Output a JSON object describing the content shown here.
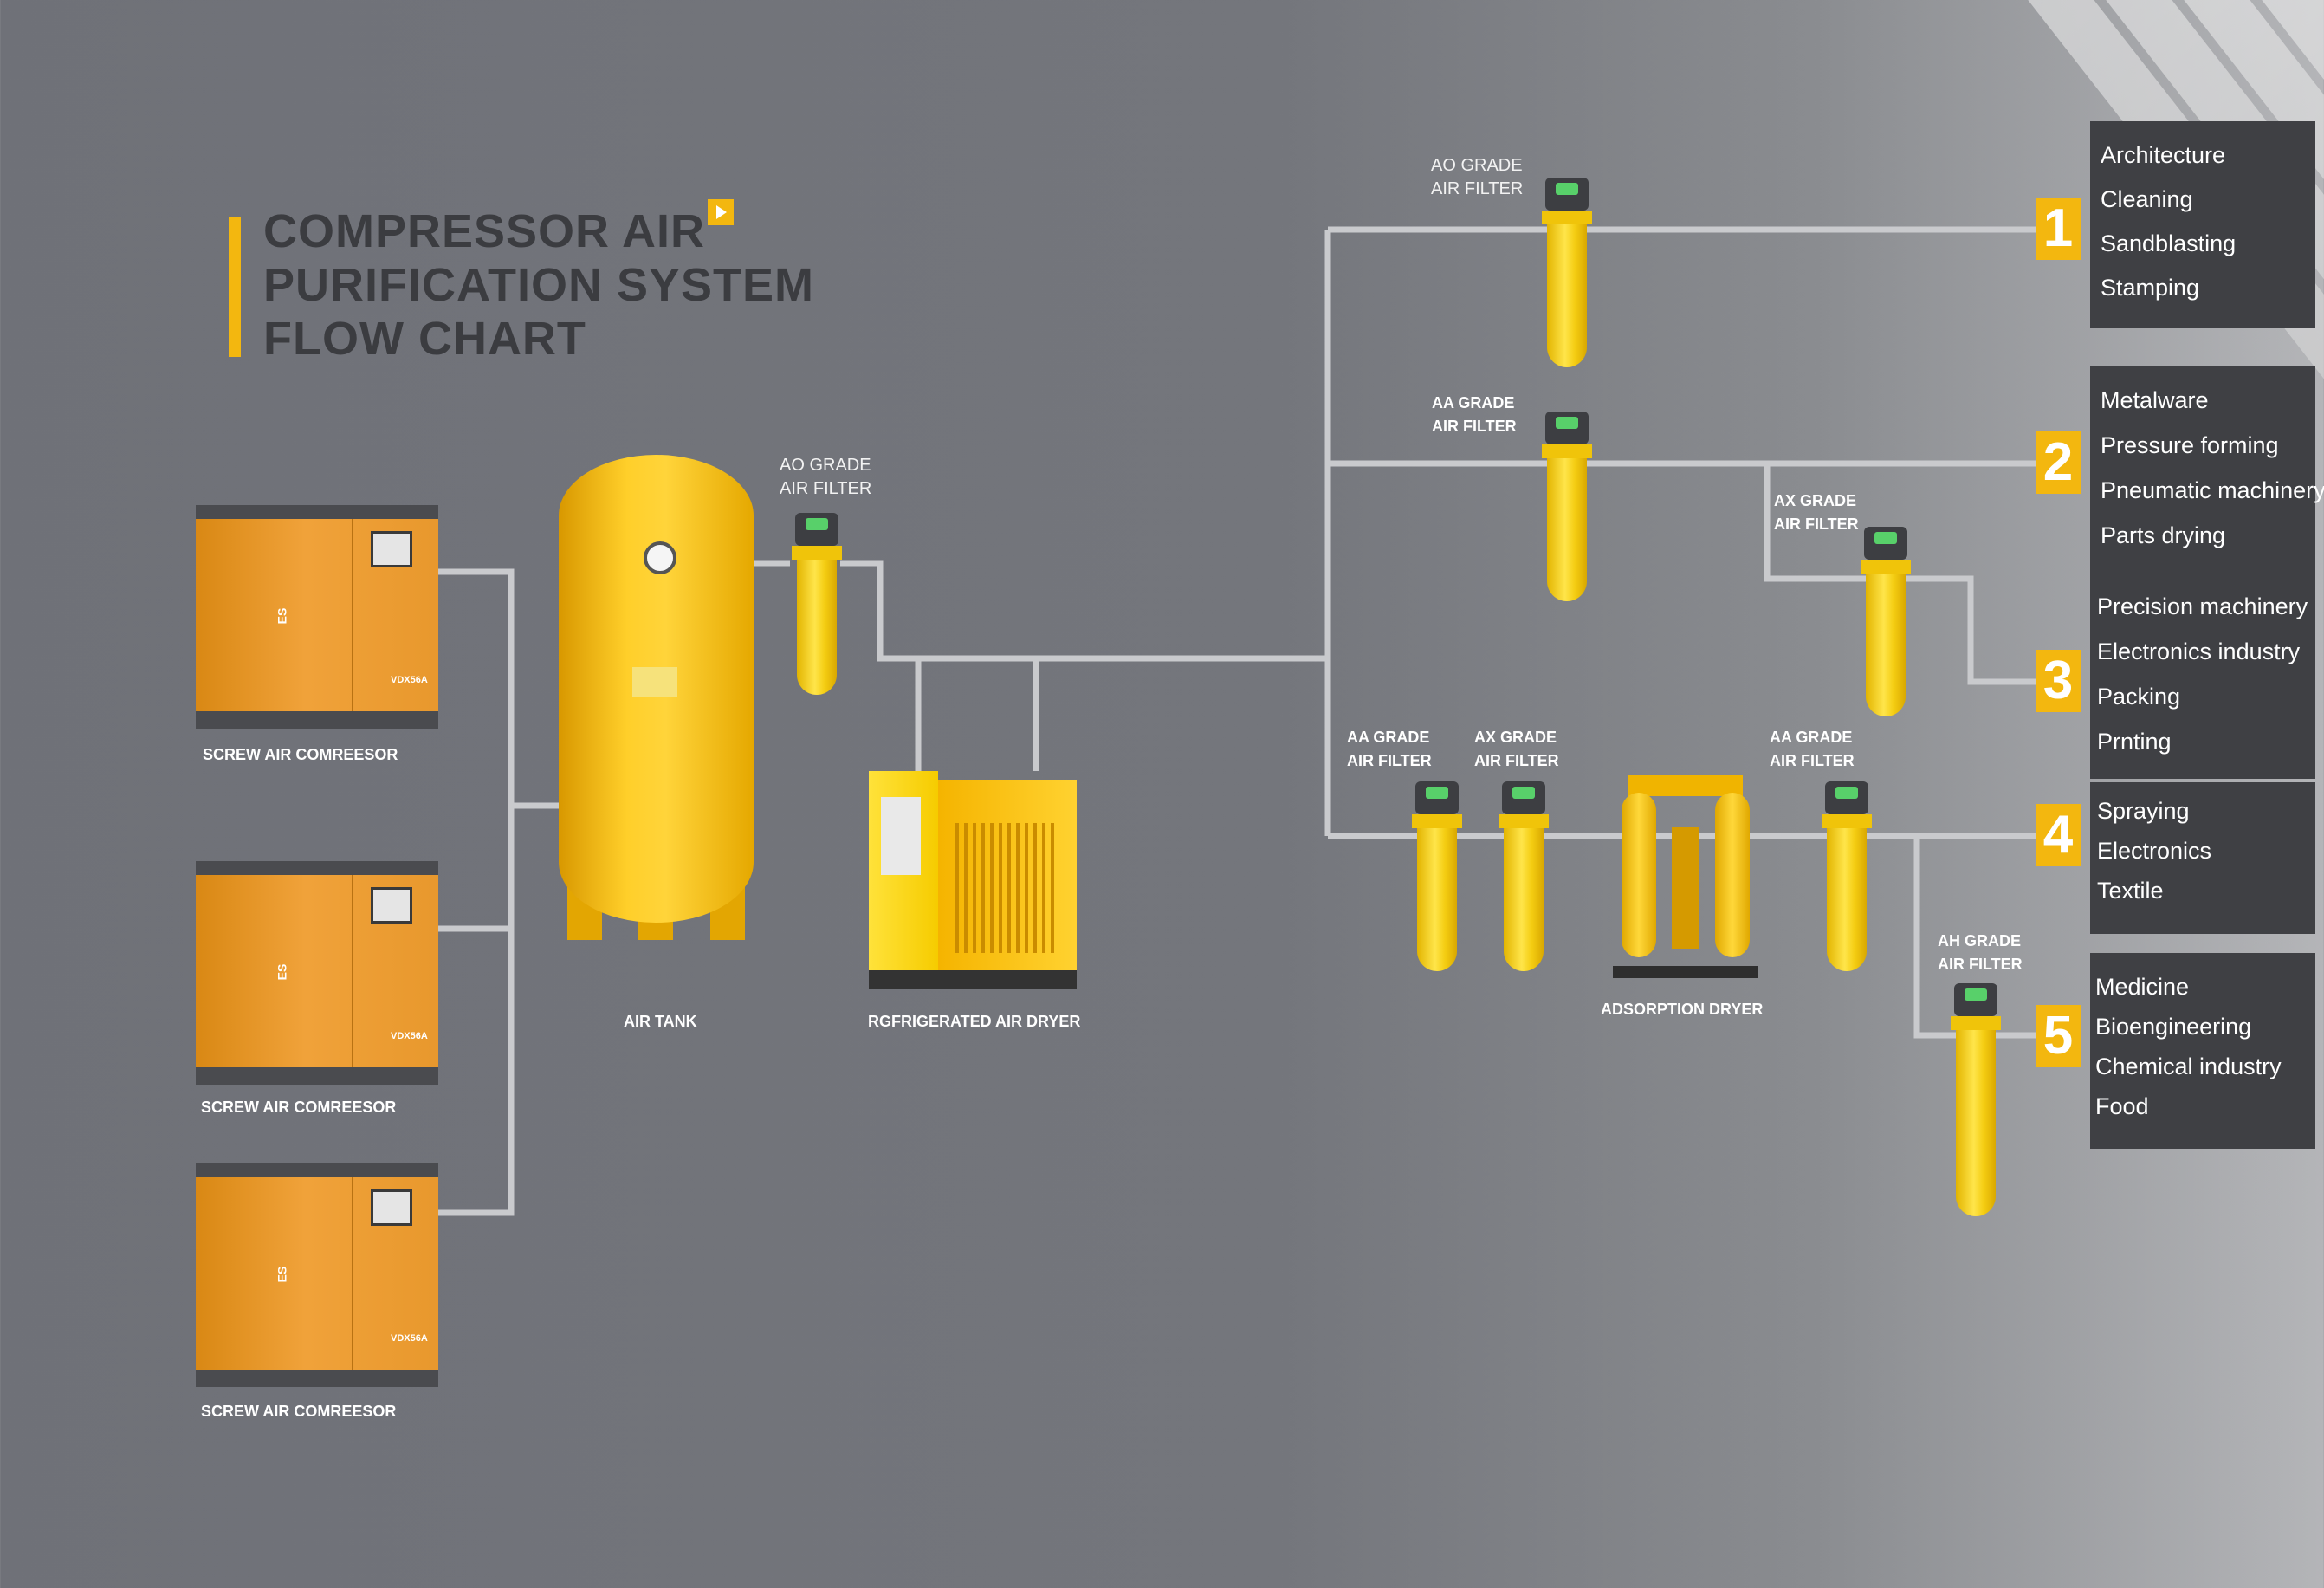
{
  "title": {
    "line1": "COMPRESSOR AIR",
    "line2": "PURIFICATION SYSTEM",
    "line3": "FLOW CHART"
  },
  "compressors": [
    {
      "label": "SCREW AIR COMREESOR",
      "brand": "ES",
      "model": "VDX56A"
    },
    {
      "label": "SCREW AIR COMREESOR",
      "brand": "ES",
      "model": "VDX56A"
    },
    {
      "label": "SCREW AIR COMREESOR",
      "brand": "ES",
      "model": "VDX56A"
    }
  ],
  "equipment": {
    "air_tank": "AIR TANK",
    "dryer": "RGFRIGERATED AIR DRYER",
    "adsorption": "ADSORPTION DRYER"
  },
  "filters": {
    "main": {
      "l1": "AO GRADE",
      "l2": "AIR FILTER"
    },
    "f1": {
      "l1": "AO GRADE",
      "l2": "AIR FILTER"
    },
    "f2": {
      "l1": "AA GRADE",
      "l2": "AIR FILTER"
    },
    "f3": {
      "l1": "AX GRADE",
      "l2": "AIR FILTER"
    },
    "f4a": {
      "l1": "AA GRADE",
      "l2": "AIR FILTER"
    },
    "f4b": {
      "l1": "AX GRADE",
      "l2": "AIR FILTER"
    },
    "f4c": {
      "l1": "AA GRADE",
      "l2": "AIR FILTER"
    },
    "f5": {
      "l1": "AH GRADE",
      "l2": "AIR FILTER"
    }
  },
  "outputs": [
    {
      "number": "1",
      "items": [
        "Architecture",
        "Cleaning",
        "Sandblasting",
        "Stamping"
      ]
    },
    {
      "number": "2",
      "items": [
        "Metalware",
        "Pressure forming",
        "Pneumatic machinery",
        "Parts drying"
      ]
    },
    {
      "number": "3",
      "items": [
        "Precision machinery",
        "Electronics industry",
        "Packing",
        "Prnting"
      ]
    },
    {
      "number": "4",
      "items": [
        "Spraying",
        "Electronics",
        "Textile"
      ]
    },
    {
      "number": "5",
      "items": [
        "Medicine",
        "Bioengineering",
        "Chemical industry",
        "Food"
      ]
    }
  ],
  "colors": {
    "accent": "#f3b70f",
    "pipe": "#c9cacd",
    "panel": "#3f4044"
  }
}
